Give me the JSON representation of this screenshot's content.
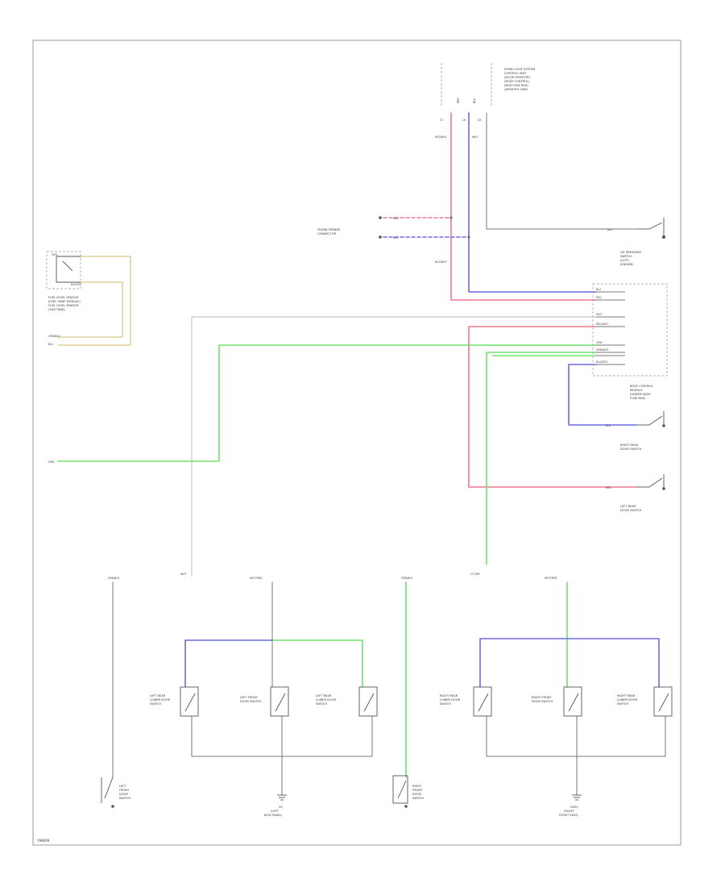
{
  "diagram": {
    "wire_colors": {
      "black": "#7a7a7a",
      "gray": "#b8b8b8",
      "green": "#6fe36f",
      "blue": "#6b6be6",
      "red": "#ee7a8e",
      "yellow": "#e0d19a"
    },
    "footer_code": "Y96609",
    "components": {
      "dome_light_header": [
        "DOME LIGHT SYSTEM",
        "CONTROL UNIT",
        "(DOOR MONITOR)",
        "(BODY CONTROL)",
        "(BCM FUSE BOX)",
        "(DRIVER'S SIDE)"
      ],
      "header_wires": [
        "RED",
        "BLU"
      ],
      "header_pins": [
        "15",
        "16",
        "D5"
      ],
      "oil_pressure": [
        "OIL PRESSURE",
        "SWITCH",
        "(LEFT)",
        "(ENGINE)"
      ],
      "trunk_sensor": [
        "TRUNK OPENER",
        "CONNECTOR"
      ],
      "left_module": [
        "FUEL LEVEL SENSOR",
        "(FUEL PUMP MODULE)",
        "FUEL LEVEL SENSOR",
        "(SUB TANK)"
      ],
      "body_control": [
        "BODY CONTROL",
        "MODULE",
        "(UNDER DASH",
        "FUSE BOX)"
      ],
      "right_rear_switch": [
        "RIGHT REAR",
        "DOOR SWITCH"
      ],
      "left_rear_switch": [
        "LEFT REAR",
        "DOOR SWITCH"
      ],
      "left_door_group": {
        "s1": [
          "LEFT REAR",
          "LOWER DOOR",
          "SWITCH"
        ],
        "s2": [
          "LEFT FRONT",
          "DOOR SWITCH"
        ],
        "s3": [
          "LEFT REAR",
          "LOWER DOOR",
          "SWITCH"
        ]
      },
      "right_door_group": {
        "s1": [
          "RIGHT REAR",
          "LOWER DOOR",
          "SWITCH"
        ],
        "s2": [
          "RIGHT FRONT",
          "DOOR SWITCH"
        ],
        "s3": [
          "RIGHT REAR",
          "LOWER DOOR",
          "SWITCH"
        ]
      },
      "left_front_door": [
        "LEFT",
        "FRONT",
        "DOOR",
        "SWITCH"
      ],
      "right_front_door": [
        "RIGHT",
        "FRONT",
        "DOOR",
        "SWITCH"
      ],
      "ground_left": [
        "G1",
        "(LEFT",
        "KICK PANEL)"
      ],
      "ground_right": [
        "G501",
        "(RIGHT",
        "FRONT SEAT)"
      ]
    },
    "wire_labels": {
      "red": "RED",
      "blu": "BLU",
      "grn": "GRN",
      "blk": "BLK",
      "wht": "WHT",
      "red_blk": "RED/BLK",
      "blk_yel": "BLK/YEL",
      "grn_wht": "GRN/WHT",
      "blu_wht": "BLU/WHT",
      "grn_blk": "GRN/BLK",
      "lt_grn": "LT GRN",
      "red_wht": "RED/WHT",
      "blu_red": "BLU/RED",
      "wht_red": "WHT/RED"
    }
  }
}
